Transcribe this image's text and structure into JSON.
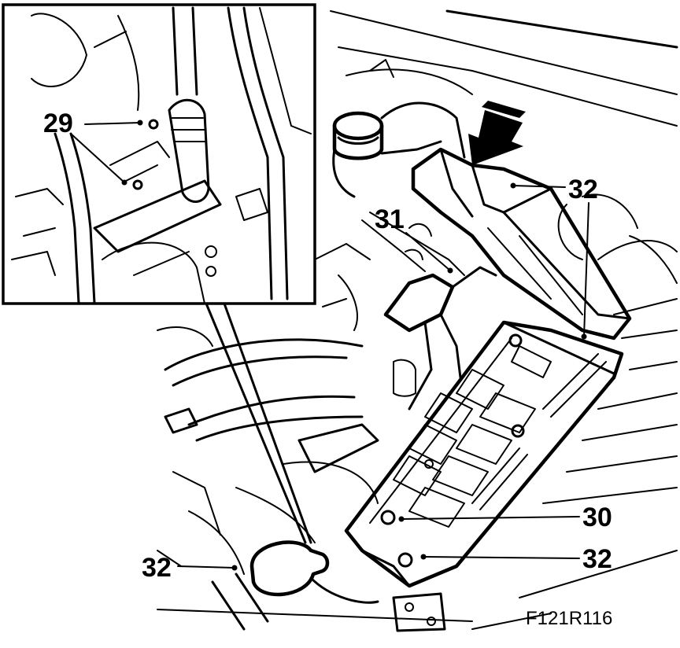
{
  "figure_code": "F121R116",
  "callouts": {
    "c29": "29",
    "c30": "30",
    "c31": "31",
    "c32_top": "32",
    "c32_bottom_right": "32",
    "c32_bottom_left": "32"
  },
  "colors": {
    "line": "#000000",
    "background": "#ffffff"
  }
}
